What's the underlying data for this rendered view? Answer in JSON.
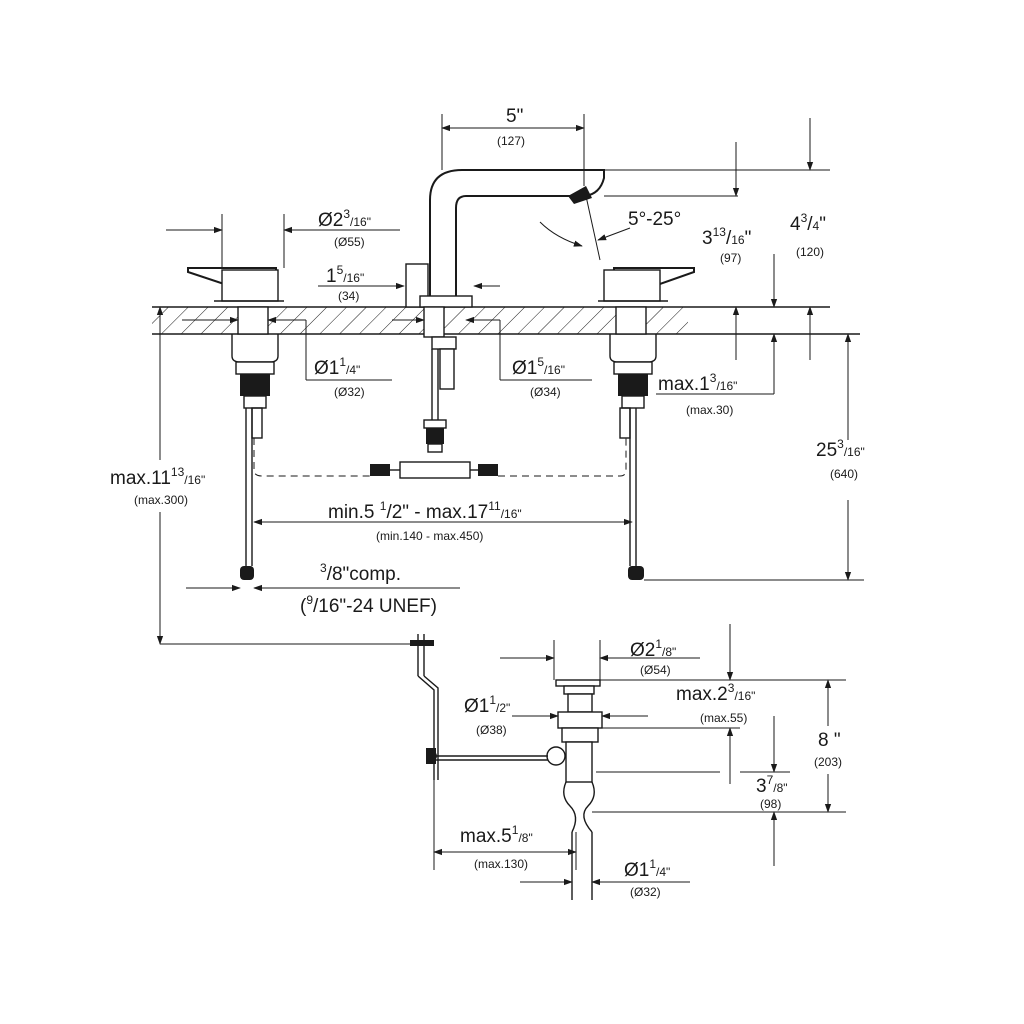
{
  "dimensions": {
    "spout_reach": {
      "label": "5\"",
      "metric": "(127)"
    },
    "angle": {
      "label": "5°-25°"
    },
    "spout_height": {
      "label_a": "3",
      "label_b": "13",
      "label_c": "/",
      "label_d": "16",
      "label_e": "\"",
      "metric": "(97)"
    },
    "total_height": {
      "label_a": "4",
      "label_b": "3",
      "label_c": "/",
      "label_d": "4",
      "label_e": "\"",
      "metric": "(120)"
    },
    "handle_dia": {
      "label_a": "Ø2",
      "label_b": "3",
      "label_c": "/16\"",
      "metric": "(Ø55)"
    },
    "spout_base": {
      "label_a": "1",
      "label_b": "5",
      "label_c": "/16\"",
      "metric": "(34)"
    },
    "hole_left": {
      "label_a": "Ø1",
      "label_b": "1",
      "label_c": "/4\"",
      "metric": "(Ø32)"
    },
    "hole_center": {
      "label_a": "Ø1",
      "label_b": "5",
      "label_c": "/16\"",
      "metric": "(Ø34)"
    },
    "deck": {
      "label_a": "max.1",
      "label_b": "3",
      "label_c": "/16\"",
      "metric": "(max.30)"
    },
    "supply_height": {
      "label_a": "25",
      "label_b": "3",
      "label_c": "/16\"",
      "metric": "(640)"
    },
    "max_depth": {
      "label_a": "max.11",
      "label_b": "13",
      "label_c": "/16\"",
      "metric": "(max.300)"
    },
    "spread": {
      "label_a": "min.5 ",
      "label_b": "1",
      "label_c": "/2\" - max.17",
      "label_d": "11",
      "label_e": "/16\"",
      "metric": "(min.140 - max.450)"
    },
    "connection": {
      "label_a": "3",
      "label_b": "/8\"comp.",
      "label_c": "(",
      "label_d": "9",
      "label_e": "/16\"-24 UNEF)"
    },
    "drain_flange": {
      "label_a": "Ø2",
      "label_b": "1",
      "label_c": "/8\"",
      "metric": "(Ø54)"
    },
    "drain_max": {
      "label_a": "max.2",
      "label_b": "3",
      "label_c": "/16\"",
      "metric": "(max.55)"
    },
    "drain_body": {
      "label_a": "Ø1",
      "label_b": "1",
      "label_c": "/2\"",
      "metric": "(Ø38)"
    },
    "drain_total": {
      "label": "8 \"",
      "metric": "(203)"
    },
    "drain_arm": {
      "label_a": "3",
      "label_b": "7",
      "label_c": "/8\"",
      "metric": "(98)"
    },
    "pop_rod": {
      "label_a": "max.5",
      "label_b": "1",
      "label_c": "/8\"",
      "metric": "(max.130)"
    },
    "tailpiece": {
      "label_a": "Ø1",
      "label_b": "1",
      "label_c": "/4\"",
      "metric": "(Ø32)"
    }
  }
}
